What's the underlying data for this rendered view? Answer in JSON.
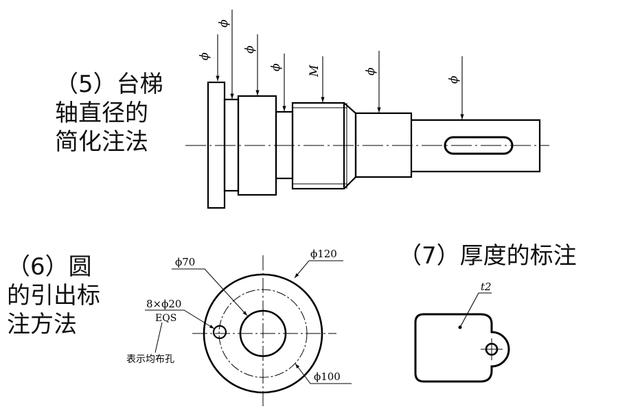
{
  "section5": {
    "title_lines": [
      "（5）台梯",
      "轴直径的",
      "简化注法"
    ]
  },
  "section6": {
    "title_lines": [
      "（6）圆",
      "的引出标",
      "注方法"
    ],
    "hole_spec": "8×ϕ20",
    "eqs": "EQS",
    "note": "表示均布孔",
    "d_inner": "ϕ70",
    "d_outer": "ϕ120",
    "d_pcd": "ϕ100"
  },
  "section7": {
    "title": "（7）厚度的标注",
    "thickness": "t2"
  },
  "shaft": {
    "phi": "ϕ",
    "thread": "M"
  }
}
